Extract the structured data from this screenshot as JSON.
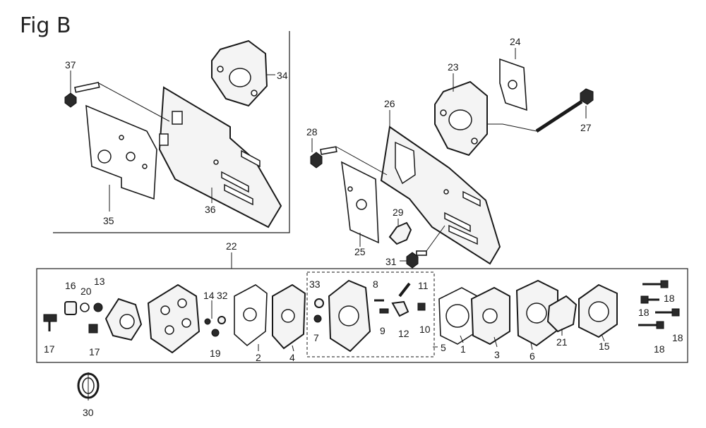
{
  "figure": {
    "title": "Fig B"
  },
  "callouts": [
    "37",
    "34",
    "36",
    "35",
    "24",
    "23",
    "26",
    "27",
    "28",
    "29",
    "25",
    "31",
    "22",
    "16",
    "20",
    "13",
    "17",
    "17",
    "14",
    "32",
    "19",
    "2",
    "4",
    "33",
    "8",
    "11",
    "7",
    "9",
    "12",
    "10",
    "5",
    "1",
    "3",
    "6",
    "21",
    "15",
    "18",
    "18",
    "18",
    "18",
    "30"
  ]
}
